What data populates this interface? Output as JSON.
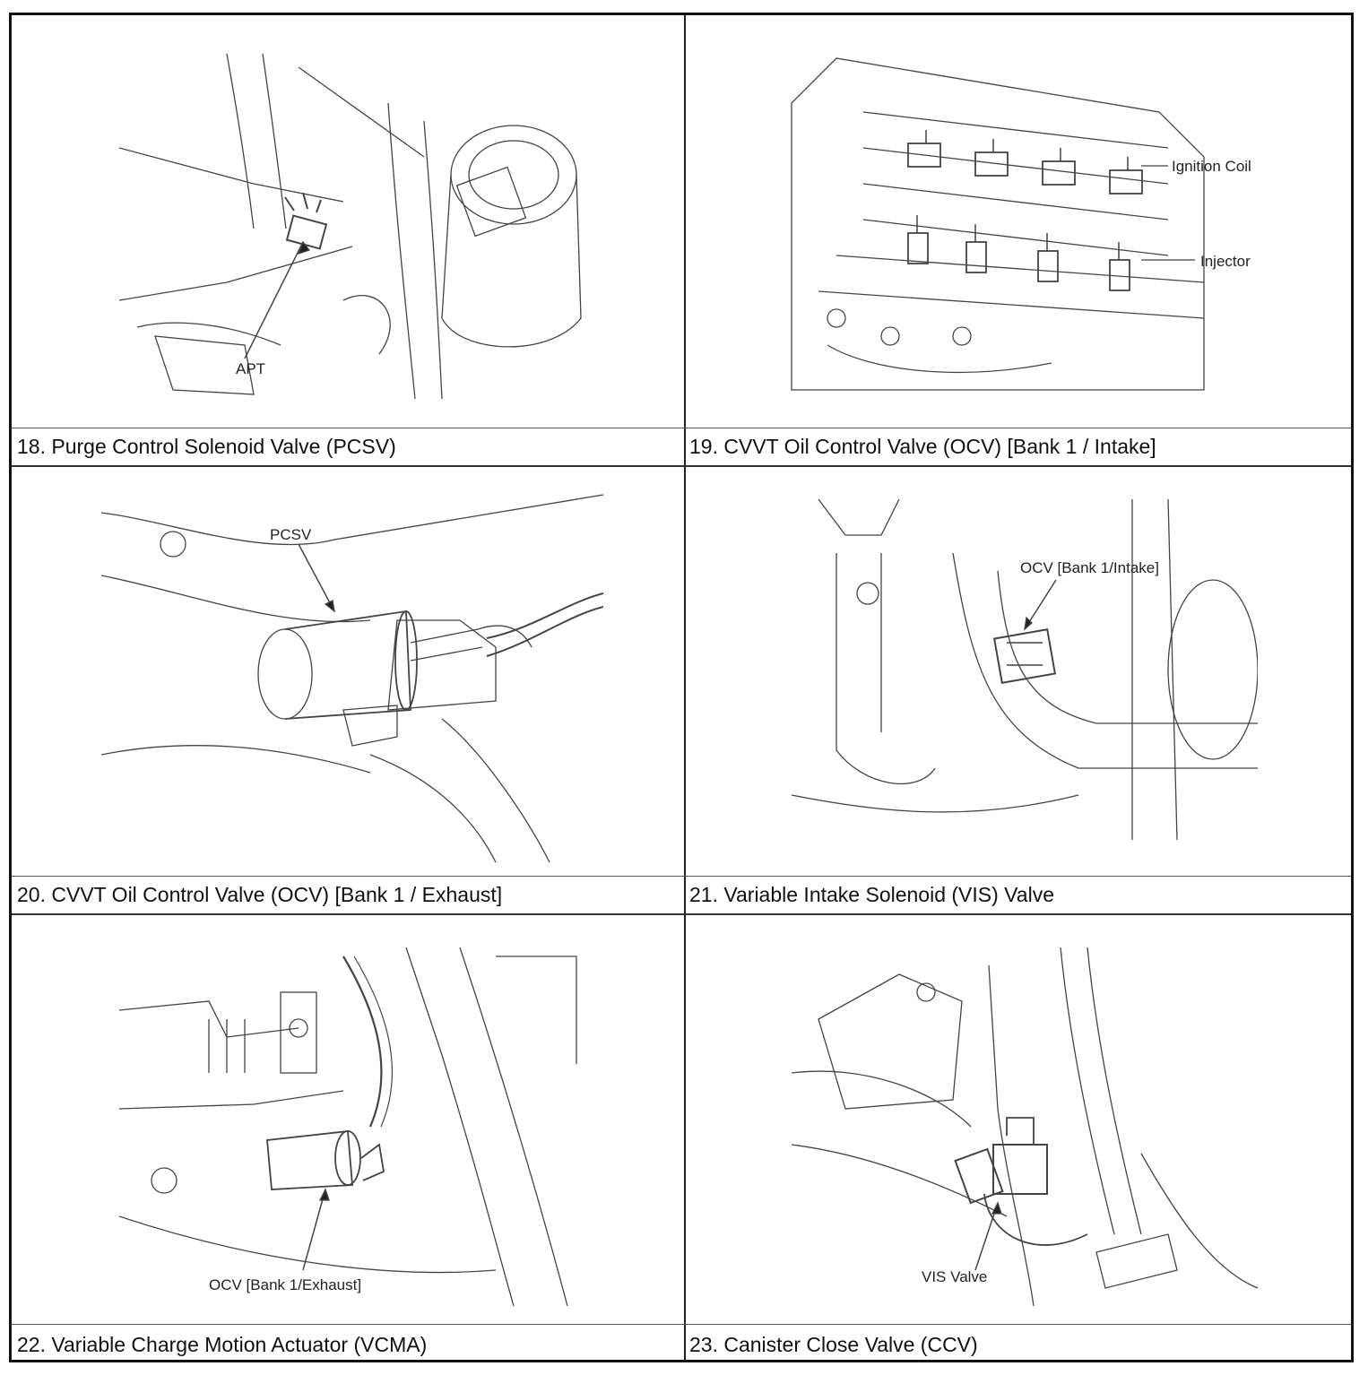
{
  "figures": [
    {
      "label": "APT"
    },
    {
      "labels": [
        "Ignition Coil",
        "Injector"
      ]
    },
    {
      "label": "PCSV"
    },
    {
      "label": "OCV [Bank 1/Intake]"
    },
    {
      "label": "OCV [Bank 1/Exhaust]"
    },
    {
      "label": "VIS Valve"
    }
  ],
  "captions": [
    "18. Purge Control Solenoid Valve (PCSV)",
    "19. CVVT Oil Control Valve (OCV) [Bank 1 / Intake]",
    "20. CVVT Oil Control Valve (OCV) [Bank 1 / Exhaust]",
    "21. Variable Intake Solenoid (VIS) Valve",
    "22. Variable Charge Motion Actuator (VCMA)",
    "23. Canister Close Valve (CCV)"
  ]
}
